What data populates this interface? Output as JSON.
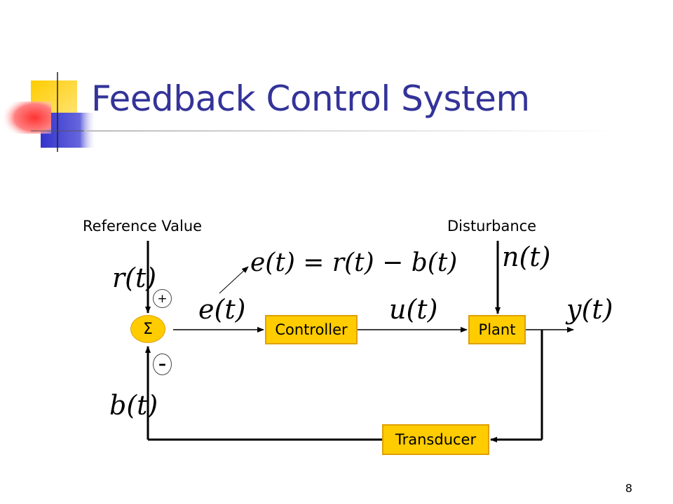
{
  "slide": {
    "title": "Feedback Control System",
    "page_number": "8"
  },
  "diagram": {
    "labels": {
      "reference": "Reference Value",
      "disturbance": "Disturbance"
    },
    "blocks": {
      "summing_junction": "Σ",
      "controller": "Controller",
      "plant": "Plant",
      "transducer": "Transducer"
    },
    "signs": {
      "plus": "+",
      "minus": "–"
    },
    "signals": {
      "reference": "r(t)",
      "error": "e(t)",
      "control": "u(t)",
      "noise": "n(t)",
      "output": "y(t)",
      "feedback": "b(t)",
      "error_equation": "e(t) = r(t) − b(t)"
    },
    "colors": {
      "block_fill": "#ffcc00",
      "title": "#333399",
      "sum_fill": "#ffcc00"
    }
  }
}
